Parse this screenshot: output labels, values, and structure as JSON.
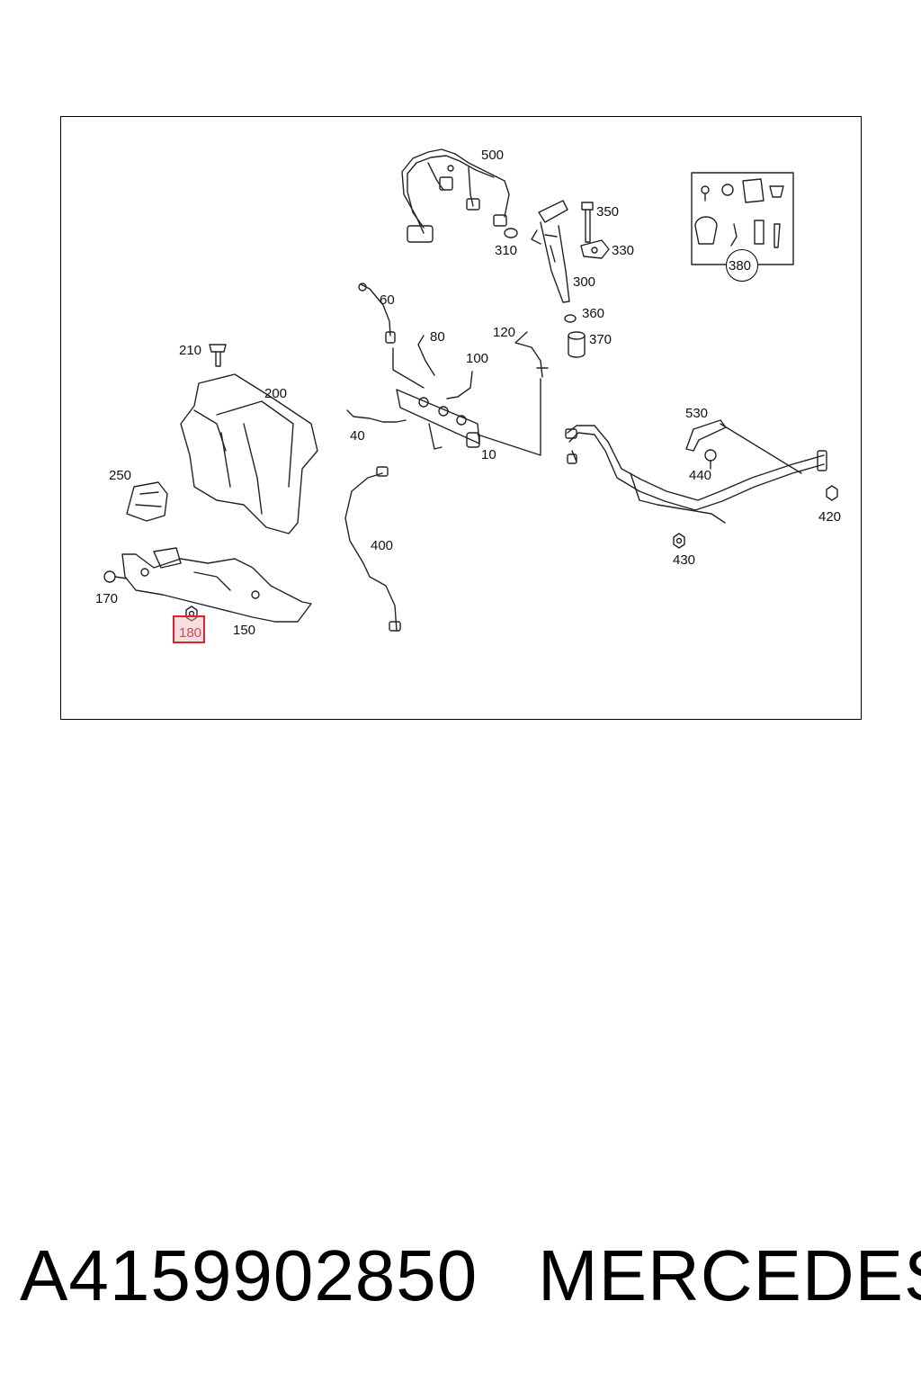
{
  "diagram": {
    "labels": {
      "p500": "500",
      "p350": "350",
      "p310": "310",
      "p330": "330",
      "p300": "300",
      "p360": "360",
      "p370": "370",
      "p380": "380",
      "p60": "60",
      "p80": "80",
      "p100": "100",
      "p120": "120",
      "p210": "210",
      "p200": "200",
      "p40": "40",
      "p10": "10",
      "p530": "530",
      "p440": "440",
      "p420": "420",
      "p250": "250",
      "p400": "400",
      "p430": "430",
      "p170": "170",
      "p180": "180",
      "p150": "150"
    },
    "highlighted_part": "180",
    "highlight_color": "#d9232e"
  },
  "footer": {
    "part_number": "A4159902850",
    "brand": "MERCEDES"
  }
}
